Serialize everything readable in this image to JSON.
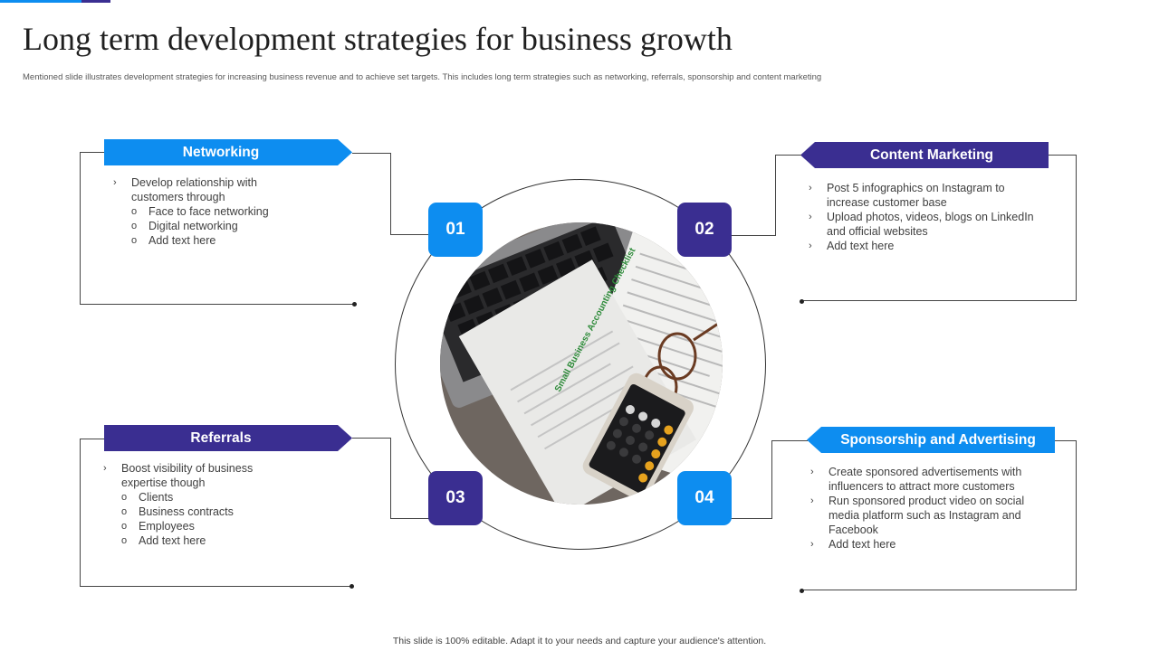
{
  "colors": {
    "accent_blue": "#0d8df0",
    "accent_indigo": "#3a2e91",
    "line": "#444444"
  },
  "header": {
    "title": "Long term development strategies for business growth",
    "subtitle": "Mentioned slide illustrates development strategies for increasing business revenue and to achieve set targets. This includes long term strategies such as networking, referrals, sponsorship and content marketing"
  },
  "center_image": {
    "alt": "Laptop keyboard, Small Business Accounting Checklist, glasses and calculator",
    "checklist_text": "Small Business Accounting Checklist"
  },
  "strategies": [
    {
      "number": "01",
      "title": "Networking",
      "color": "blue",
      "bullets": [
        {
          "text": "Develop relationship with customers through",
          "level": 1
        },
        {
          "text": "Face to face networking",
          "level": 2
        },
        {
          "text": "Digital networking",
          "level": 2
        },
        {
          "text": "Add text here",
          "level": 2
        }
      ]
    },
    {
      "number": "02",
      "title": "Content Marketing",
      "color": "indigo",
      "bullets": [
        {
          "text": "Post 5 infographics on Instagram to increase customer base",
          "level": 1
        },
        {
          "text": "Upload photos, videos, blogs on LinkedIn and official websites",
          "level": 1
        },
        {
          "text": "Add text here",
          "level": 1
        }
      ]
    },
    {
      "number": "03",
      "title": "Referrals",
      "color": "indigo",
      "bullets": [
        {
          "text": "Boost visibility of business expertise though",
          "level": 1
        },
        {
          "text": "Clients",
          "level": 2
        },
        {
          "text": "Business contracts",
          "level": 2
        },
        {
          "text": "Employees",
          "level": 2
        },
        {
          "text": "Add text here",
          "level": 2
        }
      ]
    },
    {
      "number": "04",
      "title": "Sponsorship and Advertising",
      "color": "blue",
      "bullets": [
        {
          "text": "Create sponsored advertisements with influencers to attract more customers",
          "level": 1
        },
        {
          "text": "Run sponsored product video on social media platform such as Instagram and Facebook",
          "level": 1
        },
        {
          "text": "Add text here",
          "level": 1
        }
      ]
    }
  ],
  "footer": {
    "note": "This slide is 100% editable. Adapt it to your needs and capture your audience's attention."
  },
  "markers": {
    "level1": "›",
    "level2": "o"
  }
}
